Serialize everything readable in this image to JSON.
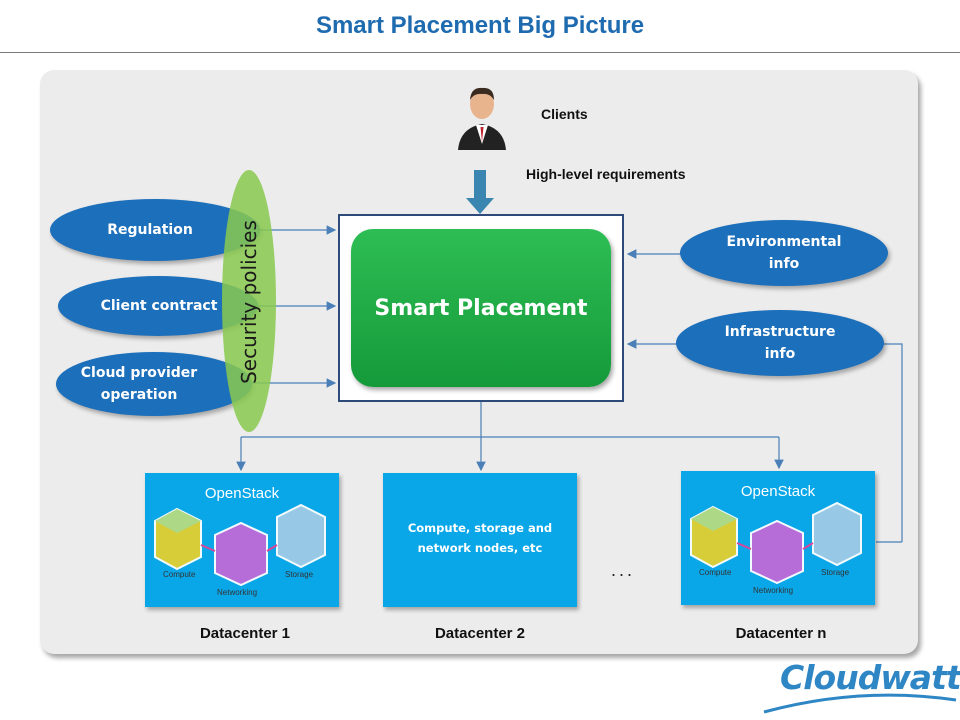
{
  "title": "Smart Placement Big Picture",
  "clients": "Clients",
  "requirements": "High-level requirements",
  "inputs": [
    "Regulation",
    "Client contract",
    "Cloud provider operation"
  ],
  "security": "Security policies",
  "center": "Smart Placement",
  "info": [
    "Environmental info",
    "Infrastructure info"
  ],
  "dc": {
    "openstack": "OpenStack",
    "middle_text": "Compute, storage and network nodes, etc",
    "ellipsis": "...",
    "labels": [
      "Datacenter 1",
      "Datacenter 2",
      "Datacenter n"
    ],
    "cube_labels": [
      "Compute",
      "Networking",
      "Storage"
    ]
  },
  "logo": "Cloudwatt",
  "colors": {
    "blue": "#1c6fba",
    "green": "#159a3a",
    "lime": "#8ac94f",
    "cyan": "#0aa7e8"
  }
}
